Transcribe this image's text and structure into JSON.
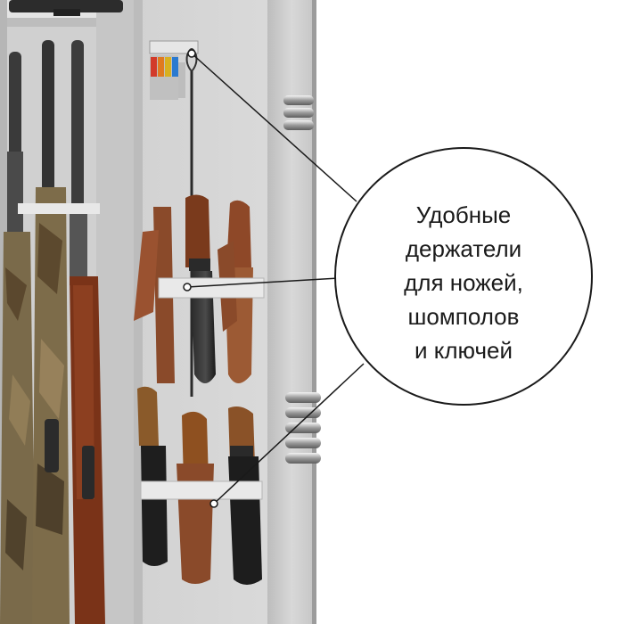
{
  "callout": {
    "lines": [
      "Удобные",
      "держатели",
      "для ножей,",
      "шомполов",
      "и ключей"
    ]
  },
  "colors": {
    "cabinet_metal": "#c9c9c9",
    "door_panel": "#d6d6d6",
    "leather_sheath": "#8a4a2a",
    "rifle_stock": "#7a3318",
    "camo": "#7a6a4a",
    "callout_stroke": "#1a1a1a"
  },
  "icons": {
    "key_tags": [
      "red-key-tag",
      "orange-key-tag",
      "yellow-key-tag",
      "blue-key-tag"
    ]
  }
}
